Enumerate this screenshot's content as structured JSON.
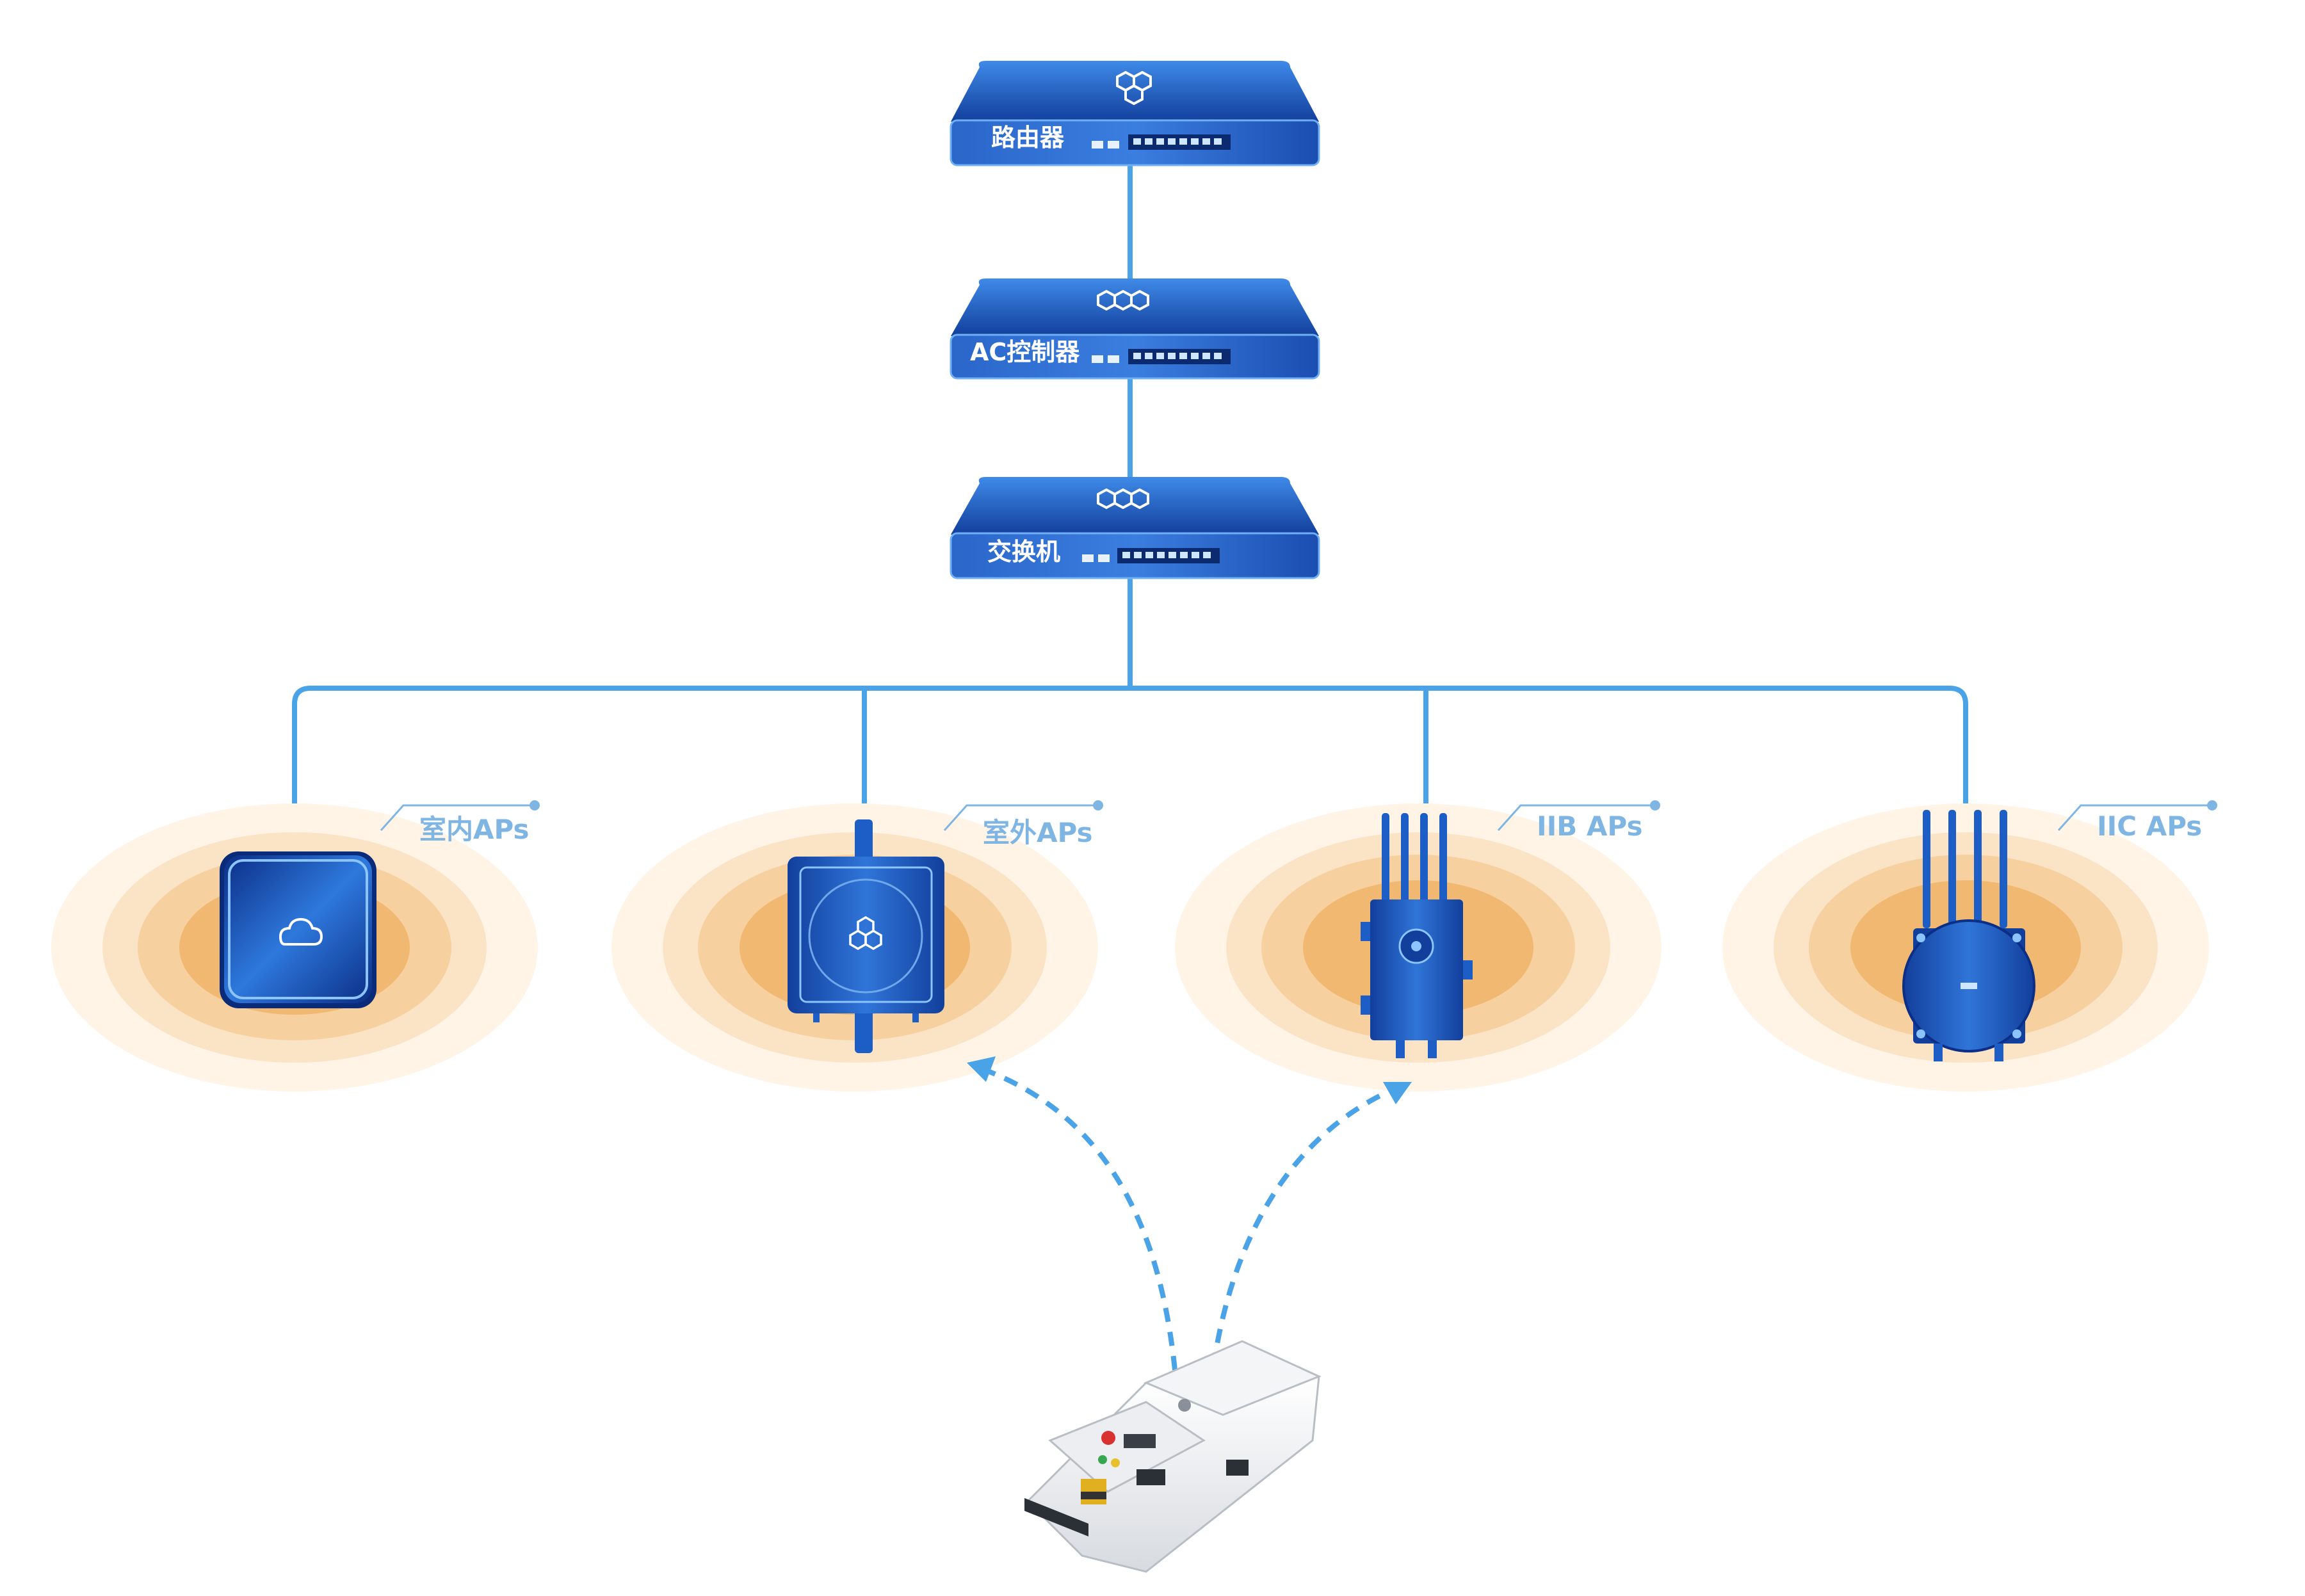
{
  "network": {
    "router": {
      "label": "路由器",
      "icon": "hexagon-cluster-icon"
    },
    "ac_controller": {
      "label": "AC控制器",
      "icon": "hexagon-cluster-icon"
    },
    "switch": {
      "label": "交换机",
      "icon": "hexagon-cluster-icon"
    }
  },
  "access_points": [
    {
      "label": "室内APs",
      "icon": "cloud-icon"
    },
    {
      "label": "室外APs",
      "icon": "hexagon-cluster-icon"
    },
    {
      "label": "IIB APs",
      "icon": "antenna-icon"
    },
    {
      "label": "IIC APs",
      "icon": "antenna-icon"
    }
  ],
  "agv": {
    "icon": "agv-robot-icon"
  },
  "colors": {
    "link": "#4aa3e6",
    "device_dark": "#0d3e9c",
    "device_mid": "#1d62c8",
    "device_light": "#3f8ae8",
    "signal_core": "#f1b871",
    "ap_label": "#7fb5e3"
  }
}
